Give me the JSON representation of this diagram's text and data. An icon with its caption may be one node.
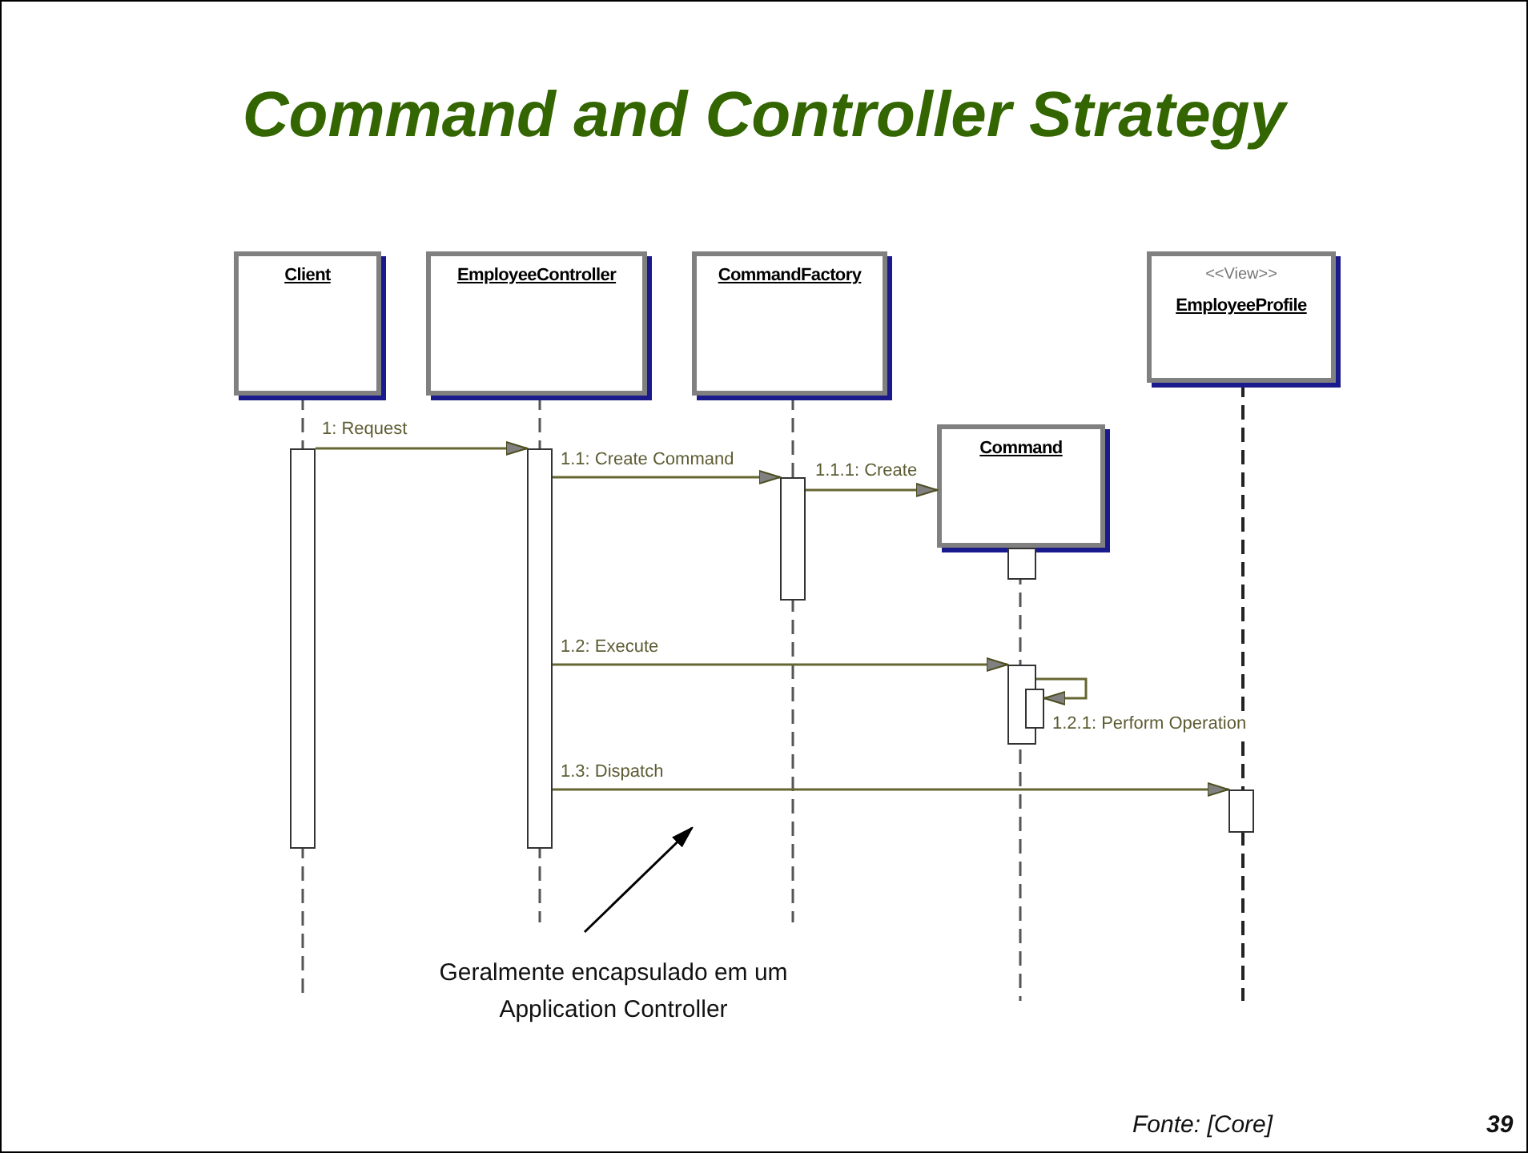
{
  "diagram": {
    "title": "Command and Controller Strategy",
    "nodes": [
      {
        "text": [
          "Client"
        ]
      },
      {
        "text": [
          "EmployeeController"
        ]
      },
      {
        "text": [
          "CommandFactory"
        ]
      },
      {
        "text": [
          "<<View>>",
          "EmployeeProfile"
        ]
      },
      {
        "text": [
          "Command"
        ]
      },
      {
        "text": [
          "Geralmente encapsulado em um Application Controller"
        ]
      },
      {
        "text": [],
        "shape": "bar"
      },
      {
        "text": [],
        "shape": "bar"
      },
      {
        "text": [],
        "shape": "bar"
      },
      {
        "text": [],
        "shape": "bar"
      },
      {
        "text": [],
        "shape": "bar"
      },
      {
        "text": [],
        "shape": "bar"
      },
      {
        "text": [],
        "shape": "bar"
      }
    ],
    "edges": [
      {
        "from": 6,
        "to": 7,
        "arrow": "to",
        "label": "1: Request"
      },
      {
        "from": 7,
        "to": 8,
        "arrow": "to",
        "label": "1.1: Create Command"
      },
      {
        "from": 8,
        "to": 4,
        "arrow": "to",
        "label": "1.1.1: Create"
      },
      {
        "from": 7,
        "to": 10,
        "arrow": "to",
        "label": "1.2: Execute"
      },
      {
        "from": 10,
        "to": 11,
        "arrow": "to",
        "label": "1.2.1: Perform Operation"
      },
      {
        "from": 7,
        "to": 12,
        "arrow": "to",
        "label": "1.3: Dispatch"
      },
      {
        "from": 5,
        "to": null,
        "arrow": "to",
        "color": "#000000"
      }
    ],
    "labels": [
      "Fonte: [Core]",
      "39"
    ]
  }
}
